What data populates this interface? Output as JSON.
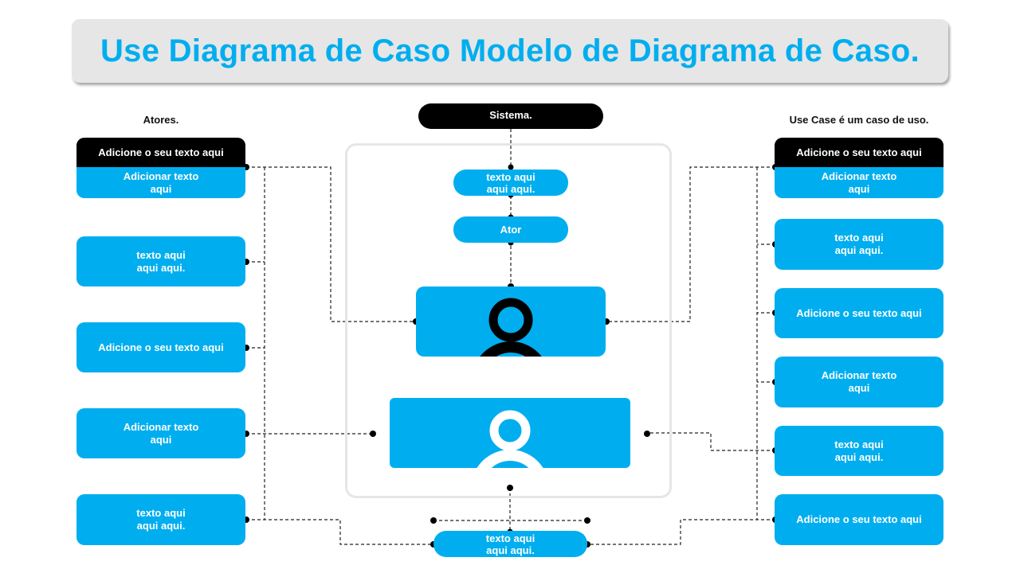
{
  "title": "Use Diagrama de Caso Modelo de Diagrama de Caso.",
  "colors": {
    "accent": "#00aeef",
    "header": "#000000",
    "frame": "#e6e6e6",
    "title_bg": "#e6e6e6"
  },
  "actors": {
    "label": "Atores.",
    "boxes": [
      {
        "header": "Adicione o seu texto aqui",
        "lines": [
          "Adicionar texto",
          "aqui"
        ]
      },
      {
        "lines": [
          "texto aqui",
          "aqui aqui."
        ]
      },
      {
        "lines": [
          "Adicione o seu texto aqui"
        ]
      },
      {
        "lines": [
          "Adicionar texto",
          "aqui"
        ]
      },
      {
        "lines": [
          "texto aqui",
          "aqui aqui."
        ]
      }
    ]
  },
  "system": {
    "label": "Sistema.",
    "pills": [
      {
        "lines": [
          "texto aqui",
          "aqui aqui."
        ]
      },
      {
        "lines": [
          "Ator"
        ]
      }
    ],
    "actor_icons": [
      "user-icon-black",
      "user-icon-white"
    ],
    "bottom_pill": {
      "lines": [
        "texto aqui",
        "aqui aqui."
      ]
    }
  },
  "use_cases": {
    "label": "Use Case é um caso de uso.",
    "boxes": [
      {
        "header": "Adicione o seu texto aqui",
        "lines": [
          "Adicionar texto",
          "aqui"
        ]
      },
      {
        "lines": [
          "texto aqui",
          "aqui aqui."
        ]
      },
      {
        "lines": [
          "Adicione o seu texto aqui"
        ]
      },
      {
        "lines": [
          "Adicionar texto",
          "aqui"
        ]
      },
      {
        "lines": [
          "texto aqui",
          "aqui aqui."
        ]
      },
      {
        "lines": [
          "Adicione o seu texto aqui"
        ]
      }
    ]
  }
}
